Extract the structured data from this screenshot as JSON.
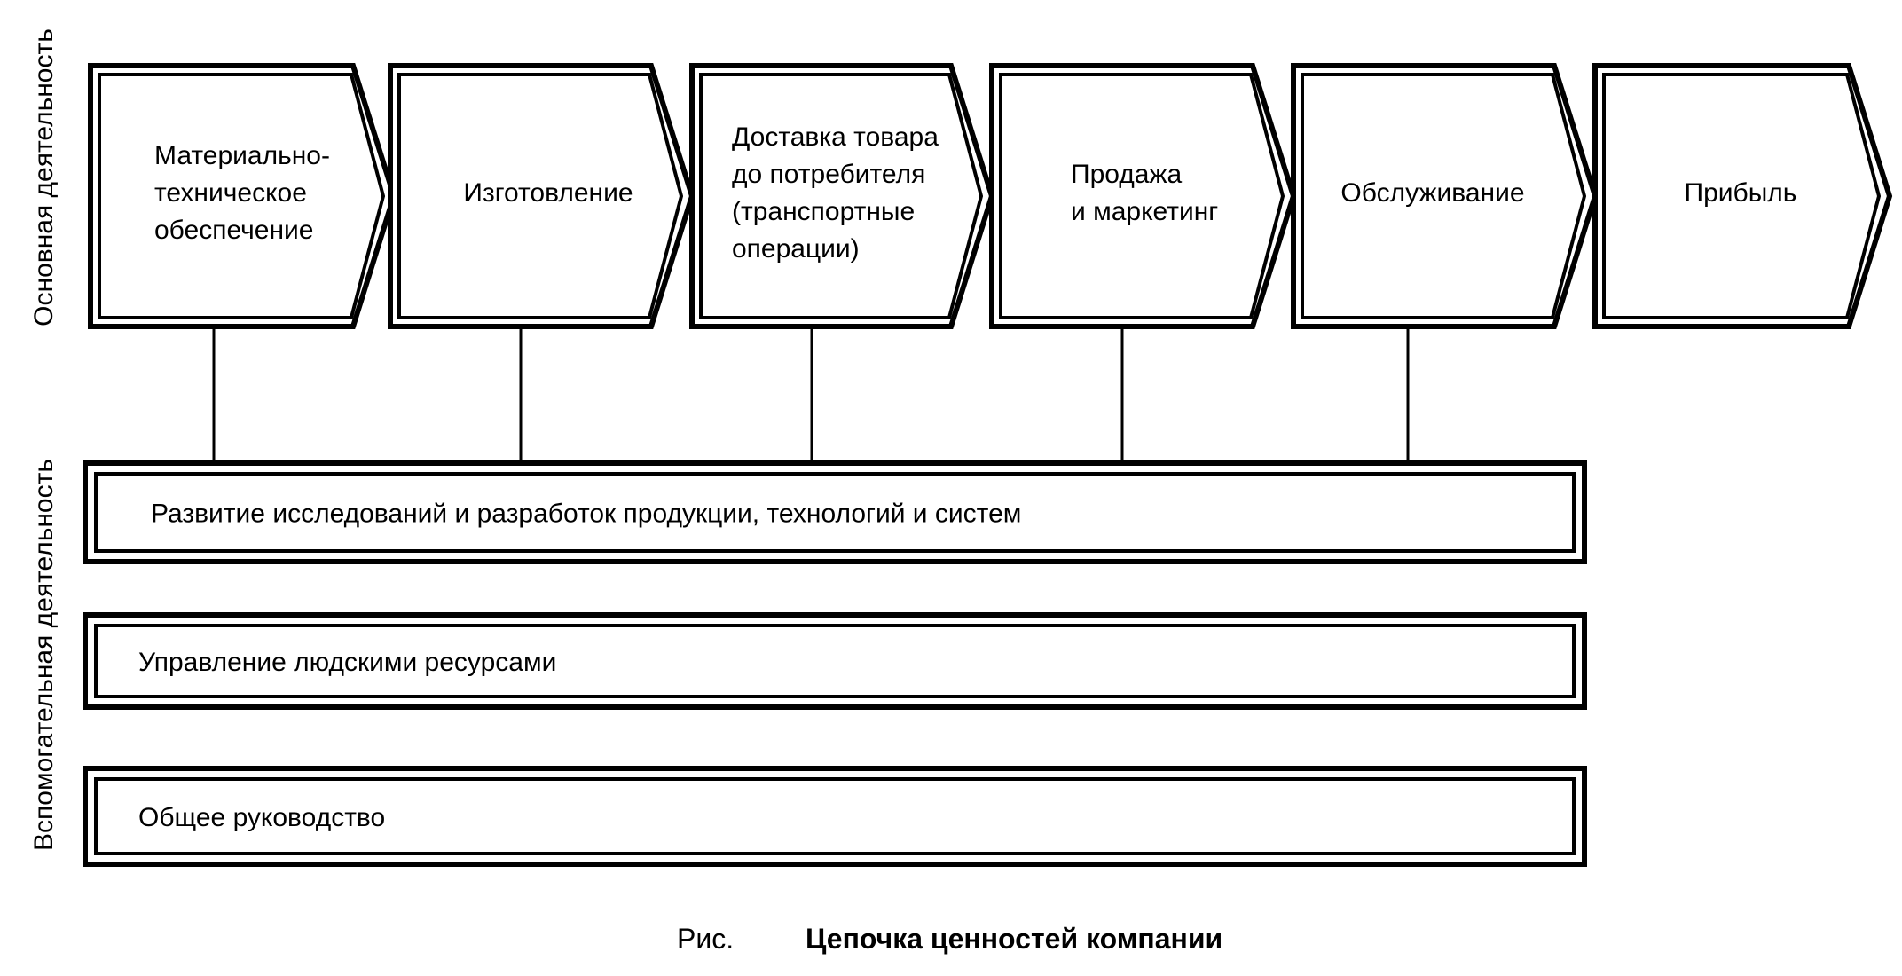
{
  "side_labels": {
    "primary": "Основная деятельность",
    "support": "Вспомогательная деятельность"
  },
  "primary_activities": [
    {
      "lines": [
        "Материально-",
        "техническое",
        "обеспечение"
      ]
    },
    {
      "lines": [
        "Изготовление"
      ]
    },
    {
      "lines": [
        "Доставка товара",
        "до потребителя",
        "(транспортные",
        "операции)"
      ]
    },
    {
      "lines": [
        "Продажа",
        "и маркетинг"
      ]
    },
    {
      "lines": [
        "Обслуживание"
      ]
    }
  ],
  "profit": {
    "lines": [
      "Прибыль"
    ]
  },
  "support_activities": [
    {
      "label": "Развитие исследований и разработок продукции, технологий и систем"
    },
    {
      "label": "Управление людскими ресурсами"
    },
    {
      "label": "Общее руководство"
    }
  ],
  "caption": {
    "prefix": "Рис.",
    "title": "Цепочка ценностей компании"
  }
}
